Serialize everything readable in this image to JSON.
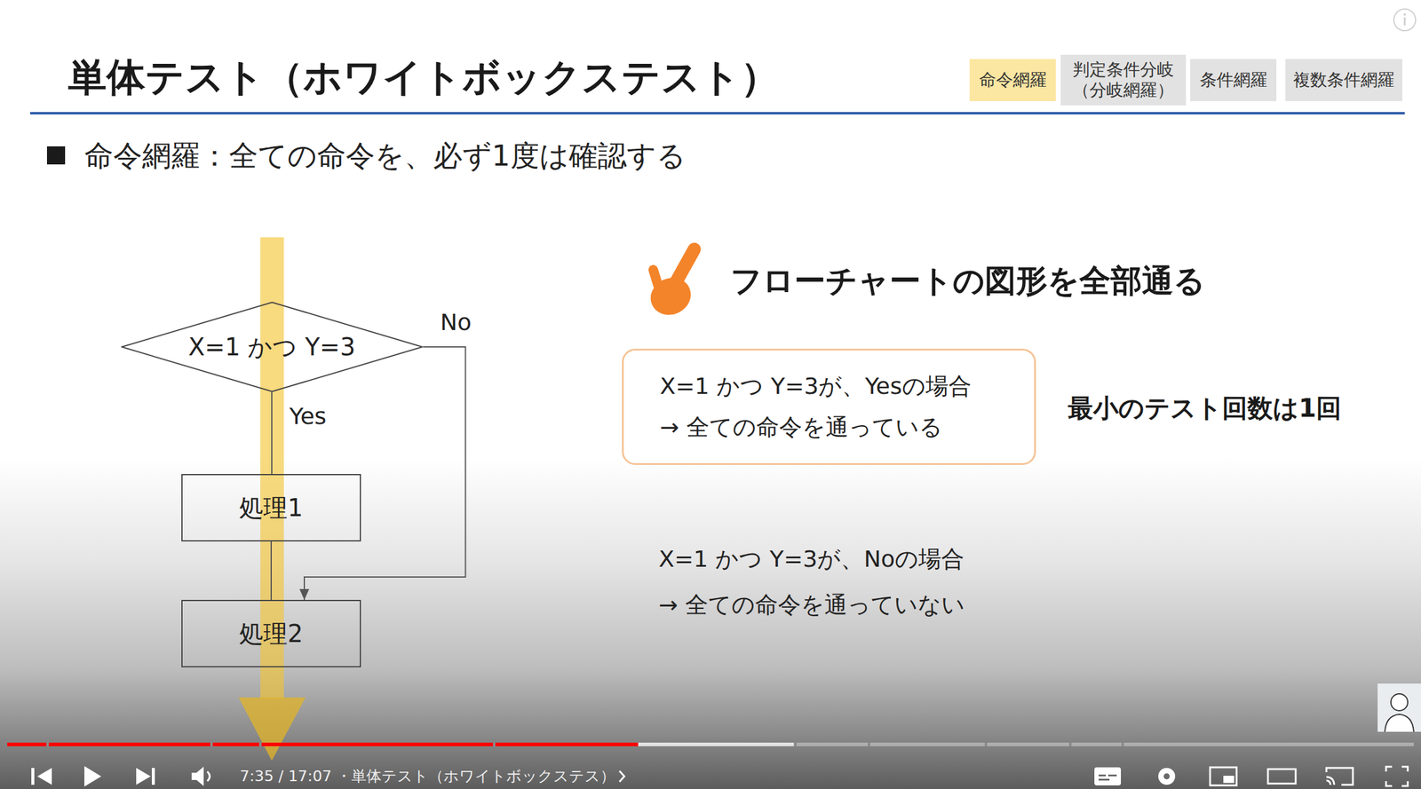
{
  "diagram": {
    "title": "単体テスト（ホワイトボックステスト）",
    "nodes": [
      {
        "text": [
          "命令網羅"
        ]
      },
      {
        "text": [
          "判定条件分岐 （分岐網羅）"
        ]
      },
      {
        "text": [
          "条件網羅"
        ]
      },
      {
        "text": [
          "複数条件網羅"
        ]
      },
      {
        "text": [
          "X=1 かつ Y=3"
        ]
      },
      {
        "text": [
          "処理1"
        ]
      },
      {
        "text": [
          "処理2"
        ]
      },
      {
        "text": [
          "X=1 かつ Y=3が、Yesの場合",
          "→ 全ての命令を通っている"
        ]
      }
    ],
    "edges": [
      {
        "from": 4,
        "to": 5,
        "arrow": "none",
        "label": "Yes"
      },
      {
        "from": 5,
        "to": 6,
        "arrow": "none"
      },
      {
        "from": 4,
        "to": 6,
        "arrow": "to",
        "label": "No"
      }
    ],
    "labels": [
      "命令網羅：全ての命令を、必ず1度は確認する",
      "フローチャートの図形を全部通る",
      "最小のテスト回数は1回",
      "X=1 かつ Y=3が、Noの場合",
      "→ 全ての命令を通っていない",
      "7:35 / 17:07 ・単体テスト（ホワイトボックステス）"
    ]
  }
}
